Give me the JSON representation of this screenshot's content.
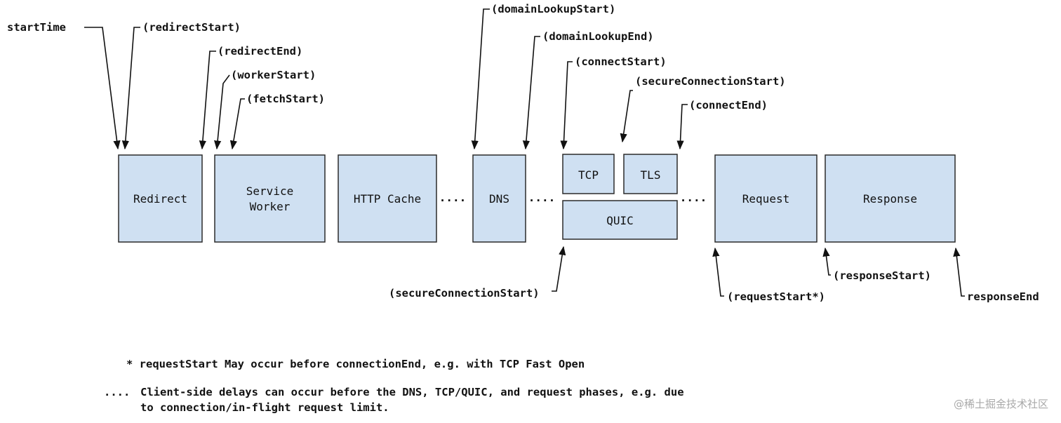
{
  "boxes": {
    "redirect": "Redirect",
    "service_worker_line1": "Service",
    "service_worker_line2": "Worker",
    "http_cache": "HTTP Cache",
    "dns": "DNS",
    "tcp": "TCP",
    "tls": "TLS",
    "quic": "QUIC",
    "request": "Request",
    "response": "Response"
  },
  "labels": {
    "start_time": "startTime",
    "redirect_start": "(redirectStart)",
    "redirect_end": "(redirectEnd)",
    "worker_start": "(workerStart)",
    "fetch_start": "(fetchStart)",
    "domain_lookup_start": "(domainLookupStart)",
    "domain_lookup_end": "(domainLookupEnd)",
    "connect_start": "(connectStart)",
    "secure_connection_start_top": "(secureConnectionStart)",
    "connect_end": "(connectEnd)",
    "secure_connection_start_bottom": "(secureConnectionStart)",
    "request_start": "(requestStart*)",
    "response_start": "(responseStart)",
    "response_end": "responseEnd"
  },
  "delay_dots": "....",
  "notes": {
    "footnote": "* requestStart May occur before connectionEnd, e.g. with TCP Fast Open",
    "dots_marker": "....",
    "dots_line1": "Client-side delays can occur before the DNS, TCP/QUIC, and request phases, e.g. due",
    "dots_line2": "to connection/in-flight request limit."
  },
  "watermark": "@稀土掘金技术社区"
}
